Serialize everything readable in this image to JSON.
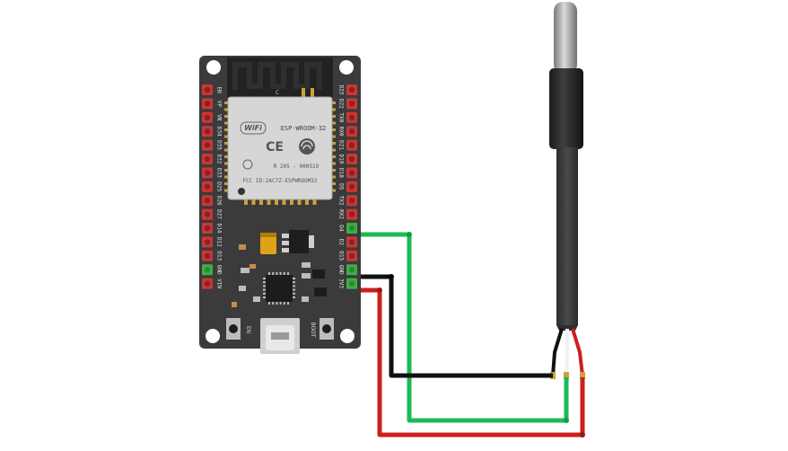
{
  "module": {
    "brand": "ESP-WROOM-32",
    "wifi": "WiFi",
    "ce": "CE",
    "approval": "R 205 - 000519",
    "fcc": "FCC ID:2AC7Z-ESPWROOM32",
    "antenna_mark": "C"
  },
  "board": {
    "en_label": "EN",
    "boot_label": "BOOT",
    "left_pins": [
      "EN",
      "VP",
      "VN",
      "D34",
      "D35",
      "D32",
      "D33",
      "D25",
      "D26",
      "D27",
      "D14",
      "D12",
      "D13",
      "GND",
      "VIN"
    ],
    "right_pins": [
      "D23",
      "D22",
      "TX0",
      "RX0",
      "D21",
      "D19",
      "D18",
      "D5",
      "TX2",
      "RX2",
      "D4",
      "D2",
      "D15",
      "GND",
      "3V3"
    ]
  },
  "wires": {
    "data": "#1db954",
    "ground": "#111111",
    "power": "#cc1f1f"
  },
  "colors": {
    "board": "#3b3b3b",
    "pin_red": "#c93737",
    "pin_green": "#3fae49",
    "probe_tip": "#9b9b9b",
    "cable": "#3a3a3a"
  }
}
